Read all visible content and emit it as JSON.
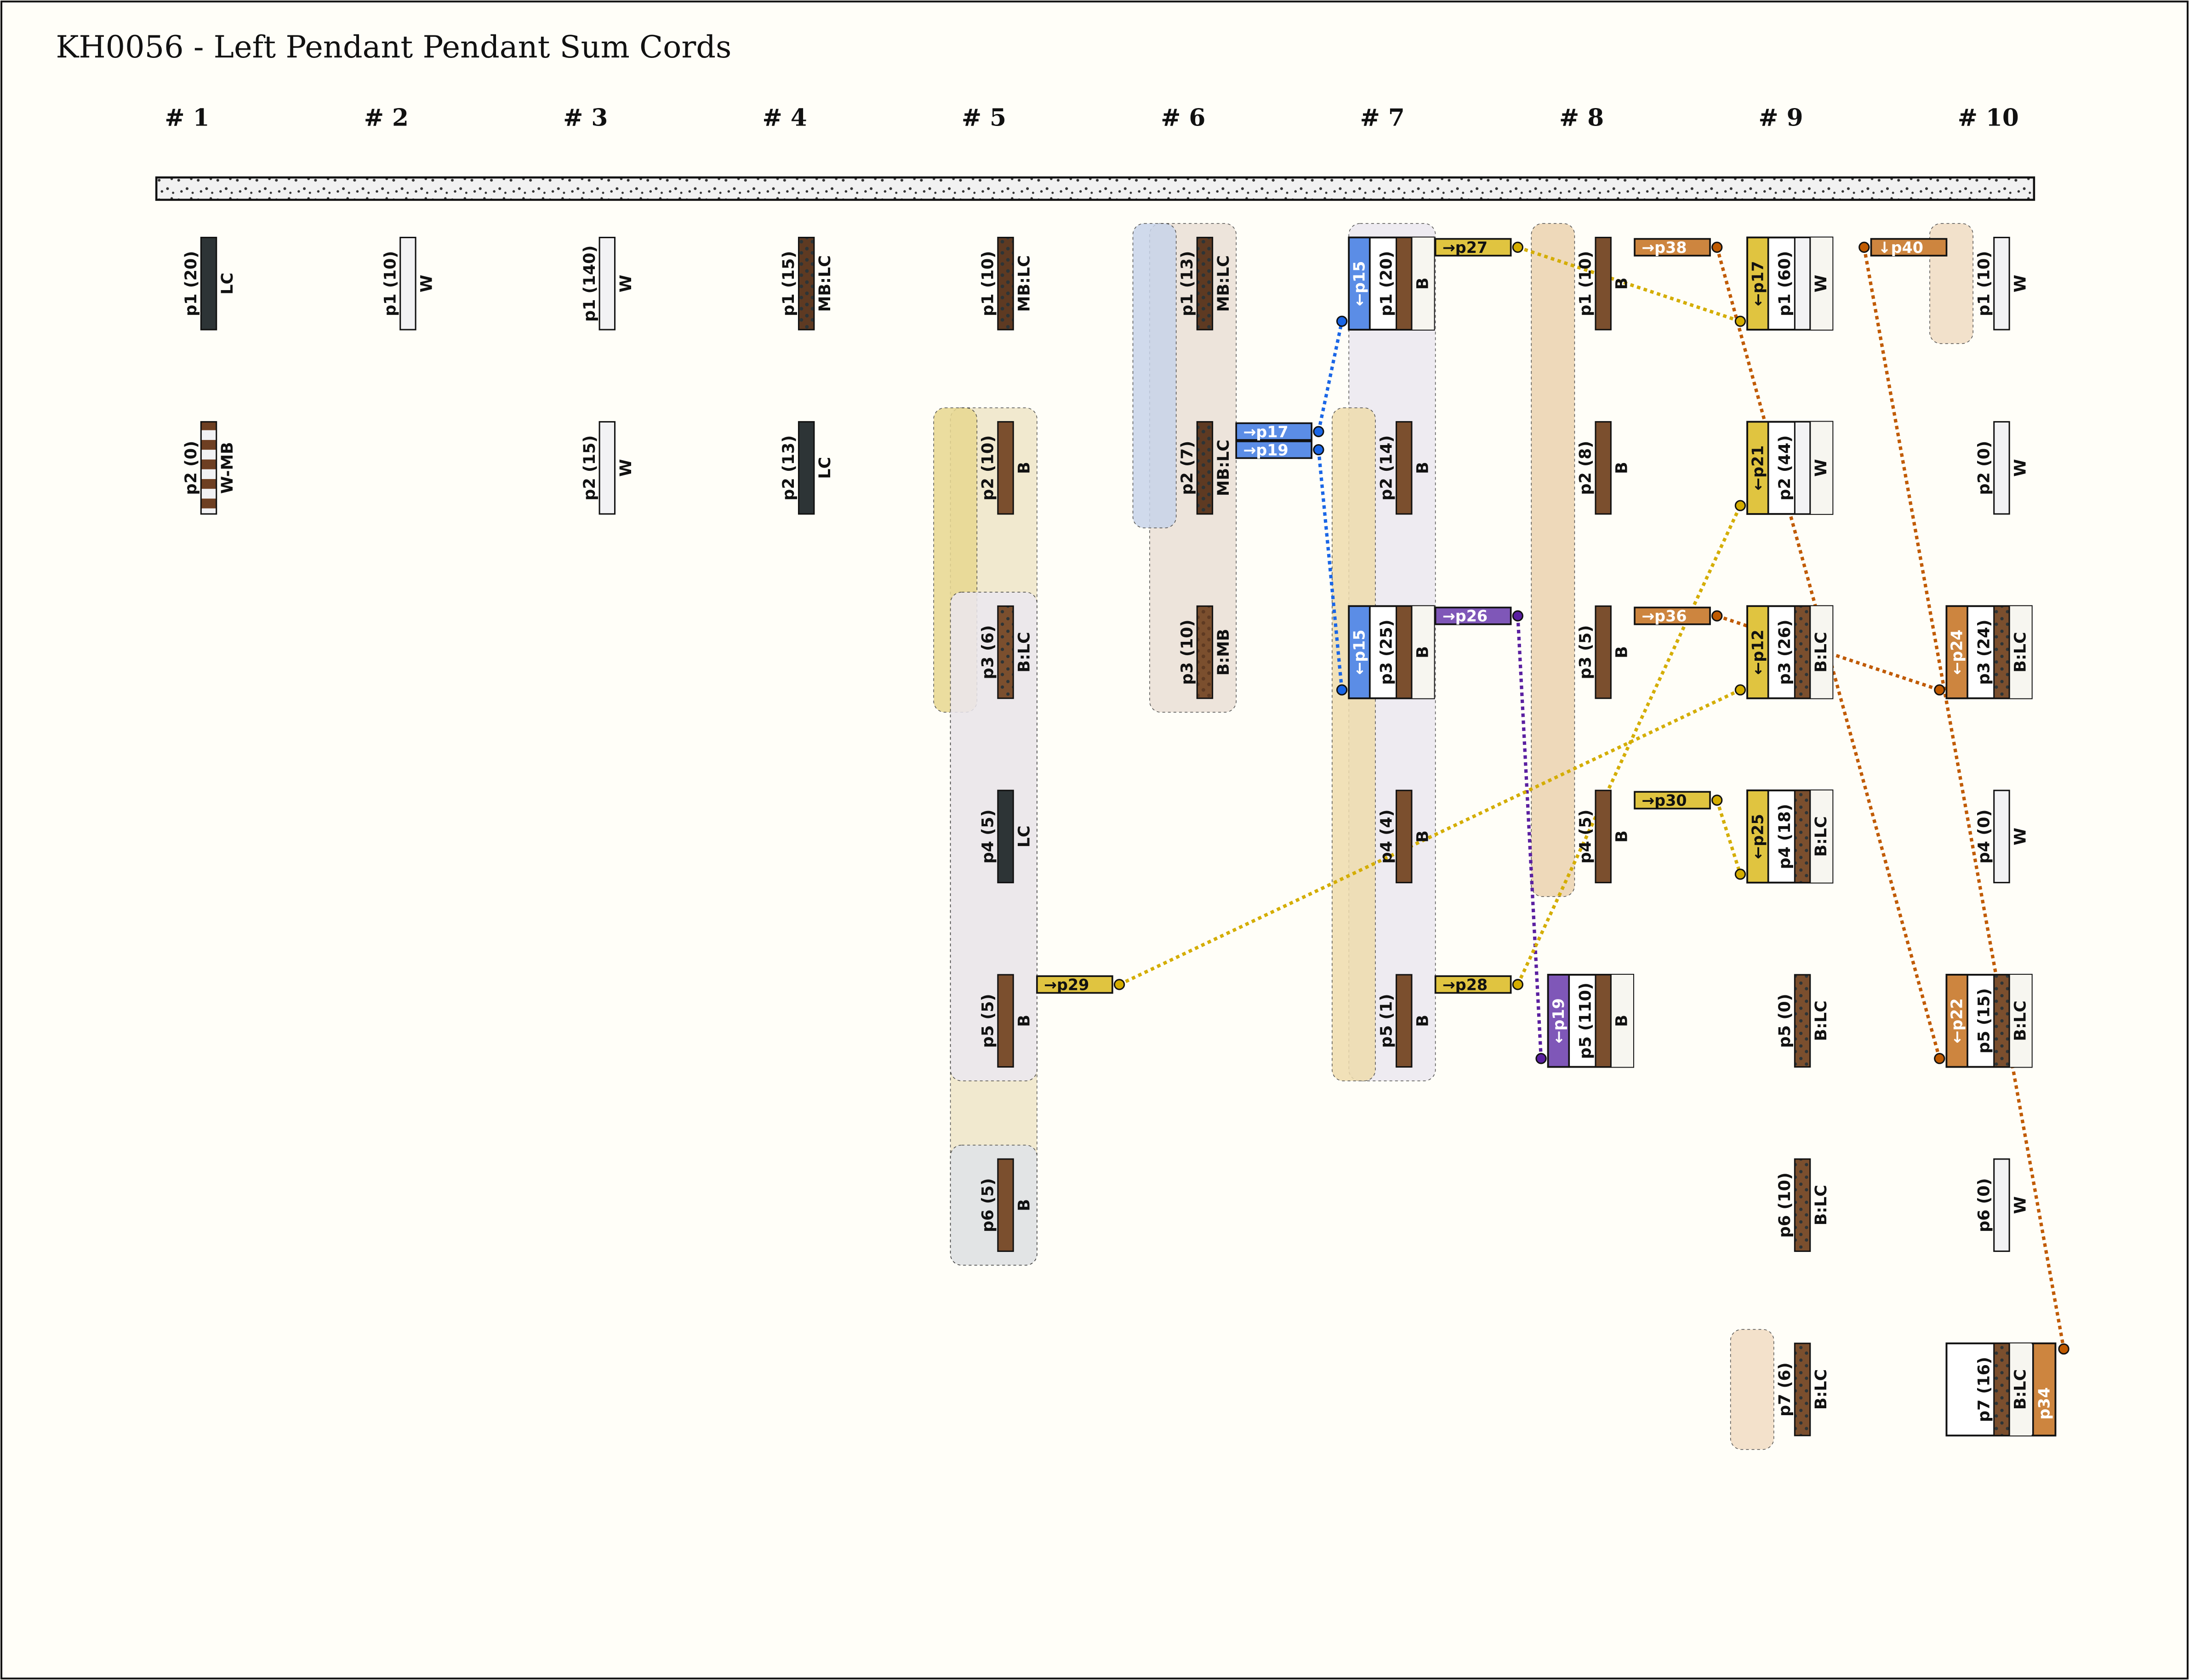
{
  "title": "KH0056 - Left Pendant Pendant Sum Cords",
  "link_colors": {
    "yellow": {
      "fill": "#e0c440",
      "line": "#d4ad00",
      "text": "#111111"
    },
    "orange": {
      "fill": "#cd853f",
      "line": "#c05a00",
      "text": "#ffffff"
    },
    "blue": {
      "fill": "#5b8de6",
      "line": "#1a66e6",
      "text": "#ffffff"
    },
    "purple": {
      "fill": "#7f57b8",
      "line": "#5a1fa0",
      "text": "#ffffff"
    }
  },
  "cord_colors": {
    "W": "#f2f2f4",
    "B": "#7b4f2e",
    "LC": "#2d3436"
  },
  "groups": [
    {
      "label": "# 1",
      "cords": [
        {
          "label": "p1 (20)",
          "color": "LC"
        },
        {
          "label": "p2 (0)",
          "color": "W-MB"
        }
      ]
    },
    {
      "label": "# 2",
      "cords": [
        {
          "label": "p1 (10)",
          "color": "W"
        }
      ]
    },
    {
      "label": "# 3",
      "cords": [
        {
          "label": "p1 (140)",
          "color": "W"
        },
        {
          "label": "p2 (15)",
          "color": "W"
        }
      ]
    },
    {
      "label": "# 4",
      "cords": [
        {
          "label": "p1 (15)",
          "color": "MB:LC"
        },
        {
          "label": "p2 (13)",
          "color": "LC"
        }
      ]
    },
    {
      "label": "# 5",
      "cords": [
        {
          "label": "p1 (10)",
          "color": "MB:LC"
        },
        {
          "label": "p2 (10)",
          "color": "B"
        },
        {
          "label": "p3 (6)",
          "color": "B:LC"
        },
        {
          "label": "p4 (5)",
          "color": "LC"
        },
        {
          "label": "p5 (5)",
          "color": "B",
          "out_links": [
            {
              "label": "→p29",
              "color": "yellow"
            }
          ]
        },
        {
          "label": "p6 (5)",
          "color": "B"
        }
      ]
    },
    {
      "label": "# 6",
      "cords": [
        {
          "label": "p1 (13)",
          "color": "MB:LC"
        },
        {
          "label": "p2 (7)",
          "color": "MB:LC",
          "out_links": [
            {
              "label": "→p17",
              "color": "blue"
            },
            {
              "label": "→p19",
              "color": "blue"
            }
          ]
        },
        {
          "label": "p3 (10)",
          "color": "B:MB"
        }
      ]
    },
    {
      "label": "# 7",
      "cords": [
        {
          "label": "p1 (20)",
          "color": "B",
          "in_link": {
            "label": "←p15",
            "color": "blue"
          },
          "out_links": [
            {
              "label": "→p27",
              "color": "yellow"
            }
          ]
        },
        {
          "label": "p2 (14)",
          "color": "B"
        },
        {
          "label": "p3 (25)",
          "color": "B",
          "in_link": {
            "label": "←p15",
            "color": "blue"
          },
          "out_links": [
            {
              "label": "→p26",
              "color": "purple"
            }
          ]
        },
        {
          "label": "p4 (4)",
          "color": "B"
        },
        {
          "label": "p5 (1)",
          "color": "B",
          "out_links": [
            {
              "label": "→p28",
              "color": "yellow"
            }
          ]
        }
      ]
    },
    {
      "label": "# 8",
      "cords": [
        {
          "label": "p1 (10)",
          "color": "B",
          "out_links": [
            {
              "label": "→p38",
              "color": "orange"
            }
          ]
        },
        {
          "label": "p2 (8)",
          "color": "B"
        },
        {
          "label": "p3 (5)",
          "color": "B",
          "out_links": [
            {
              "label": "→p36",
              "color": "orange"
            }
          ]
        },
        {
          "label": "p4 (5)",
          "color": "B",
          "out_links": [
            {
              "label": "→p30",
              "color": "yellow"
            }
          ]
        },
        {
          "label": "p5 (110)",
          "color": "B",
          "in_link": {
            "label": "←p19",
            "color": "purple"
          }
        }
      ]
    },
    {
      "label": "# 9",
      "cords": [
        {
          "label": "p1 (60)",
          "color": "W",
          "in_link": {
            "label": "←p17",
            "color": "yellow"
          }
        },
        {
          "label": "p2 (44)",
          "color": "W",
          "in_link": {
            "label": "←p21",
            "color": "yellow"
          }
        },
        {
          "label": "p3 (26)",
          "color": "B:LC",
          "in_link": {
            "label": "←p12",
            "color": "yellow"
          }
        },
        {
          "label": "p4 (18)",
          "color": "B:LC",
          "in_link": {
            "label": "←p25",
            "color": "yellow"
          }
        },
        {
          "label": "p5 (0)",
          "color": "B:LC"
        },
        {
          "label": "p6 (10)",
          "color": "B:LC"
        },
        {
          "label": "p7 (6)",
          "color": "B:LC"
        }
      ]
    },
    {
      "label": "# 10",
      "cords": [
        {
          "label": "p1 (10)",
          "color": "W",
          "out_links_left": [
            {
              "label": "↓p40",
              "color": "orange"
            }
          ]
        },
        {
          "label": "p2 (0)",
          "color": "W"
        },
        {
          "label": "p3 (24)",
          "color": "B:LC",
          "in_link": {
            "label": "←p24",
            "color": "orange"
          }
        },
        {
          "label": "p4 (0)",
          "color": "W"
        },
        {
          "label": "p5 (15)",
          "color": "B:LC",
          "in_link": {
            "label": "←p22",
            "color": "orange"
          }
        },
        {
          "label": "p6 (0)",
          "color": "W"
        },
        {
          "label": "p7 (16)",
          "color": "B:LC",
          "in_link_right": {
            "label": "p34",
            "color": "orange"
          }
        }
      ]
    }
  ],
  "connections": [
    {
      "from": [
        7,
        1,
        0
      ],
      "to": [
        9,
        1
      ],
      "color": "yellow"
    },
    {
      "from": [
        6,
        2,
        0
      ],
      "to": [
        7,
        1
      ],
      "color": "blue"
    },
    {
      "from": [
        6,
        2,
        1
      ],
      "to": [
        7,
        3
      ],
      "color": "blue"
    },
    {
      "from": [
        7,
        3,
        0
      ],
      "to": [
        8,
        5
      ],
      "color": "purple"
    },
    {
      "from": [
        7,
        5,
        0
      ],
      "to": [
        9,
        2
      ],
      "color": "yellow"
    },
    {
      "from": [
        5,
        5,
        0
      ],
      "to": [
        9,
        3
      ],
      "color": "yellow"
    },
    {
      "from": [
        8,
        4,
        0
      ],
      "to": [
        9,
        4
      ],
      "color": "yellow"
    },
    {
      "from": [
        8,
        1,
        0
      ],
      "to": [
        10,
        5
      ],
      "color": "orange"
    },
    {
      "from": [
        8,
        3,
        0
      ],
      "to": [
        10,
        3
      ],
      "color": "orange"
    },
    {
      "from": [
        10,
        1,
        "L"
      ],
      "to": [
        10,
        7,
        "R"
      ],
      "color": "orange"
    }
  ]
}
